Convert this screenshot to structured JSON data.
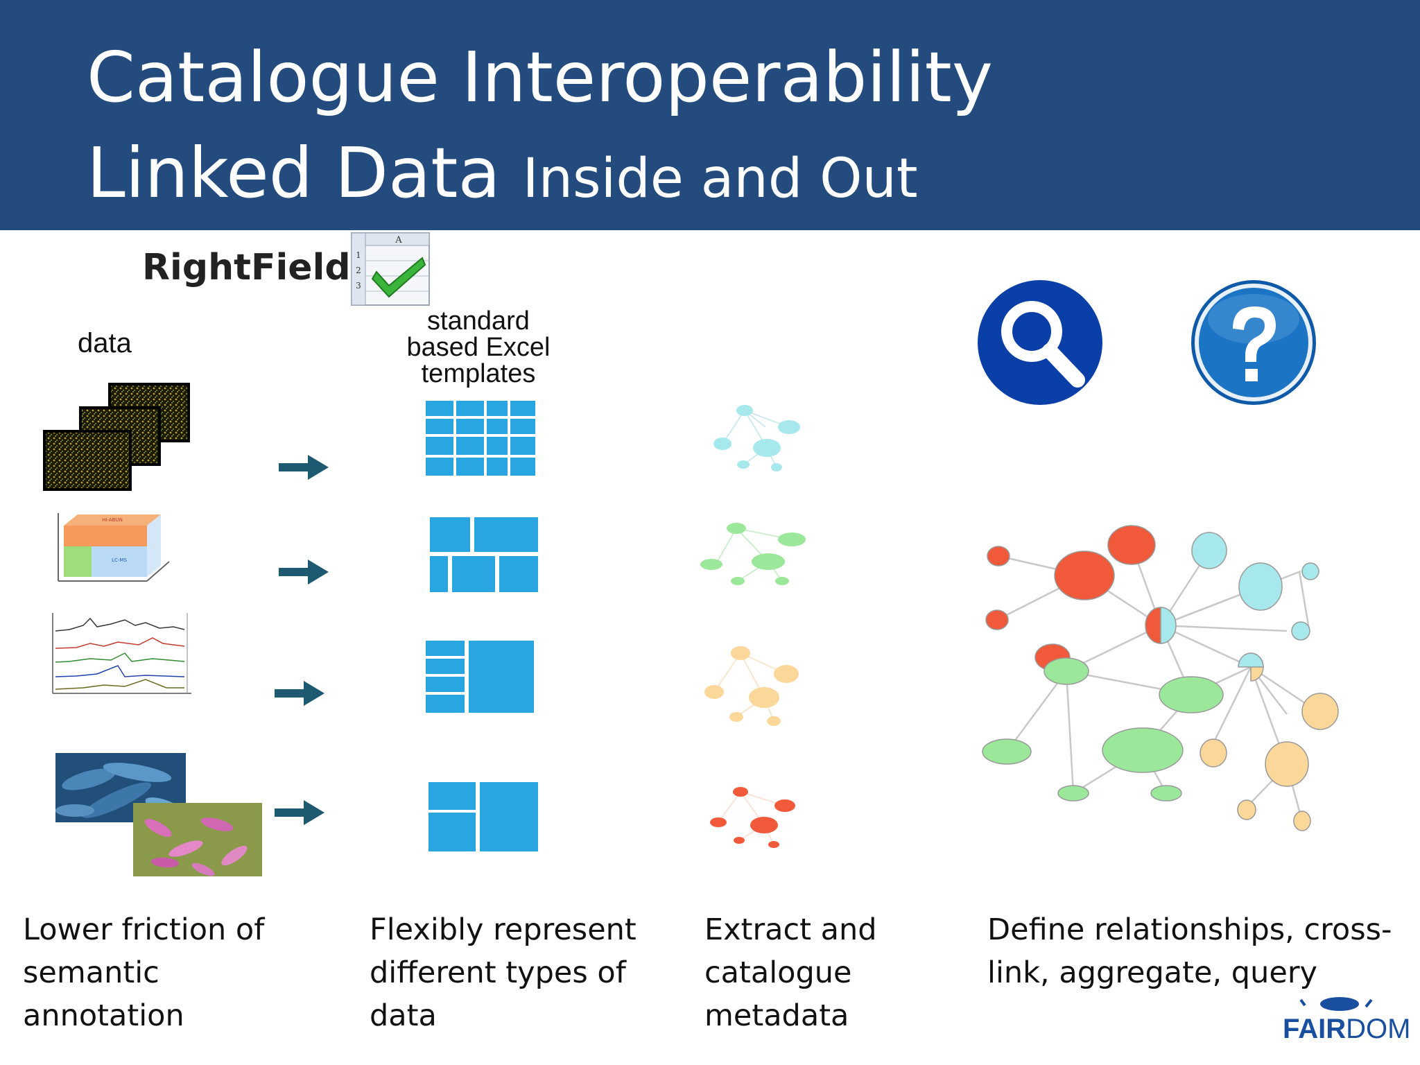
{
  "title": {
    "line1": "Catalogue Interoperability",
    "line2_main": "Linked Data",
    "line2_sub": "Inside and Out"
  },
  "rightfield": {
    "name": "RightField",
    "col_header": "A",
    "rows": [
      "1",
      "2",
      "3"
    ]
  },
  "labels": {
    "data": "data",
    "templates": [
      "standard",
      "based Excel",
      "templates"
    ]
  },
  "captions": [
    "Lower friction of\nsemantic\nannotation",
    "Flexibly represent\ndifferent types of\ndata",
    "Extract and\ncatalogue\nmetadata",
    "Define relationships, cross-\nlink, aggregate, query"
  ],
  "logo": {
    "part1": "FAIR",
    "part2": "DOM"
  },
  "icons": [
    "search-icon",
    "help-icon"
  ],
  "colors": {
    "header": "#234b7d",
    "template_blue": "#29a6e2",
    "arrow": "#1d5a72",
    "red": "#f05a3a",
    "green": "#9be89a",
    "cyan": "#a6e8ec",
    "orange": "#fcd79a",
    "icon_blue": "#0a3fa8"
  }
}
